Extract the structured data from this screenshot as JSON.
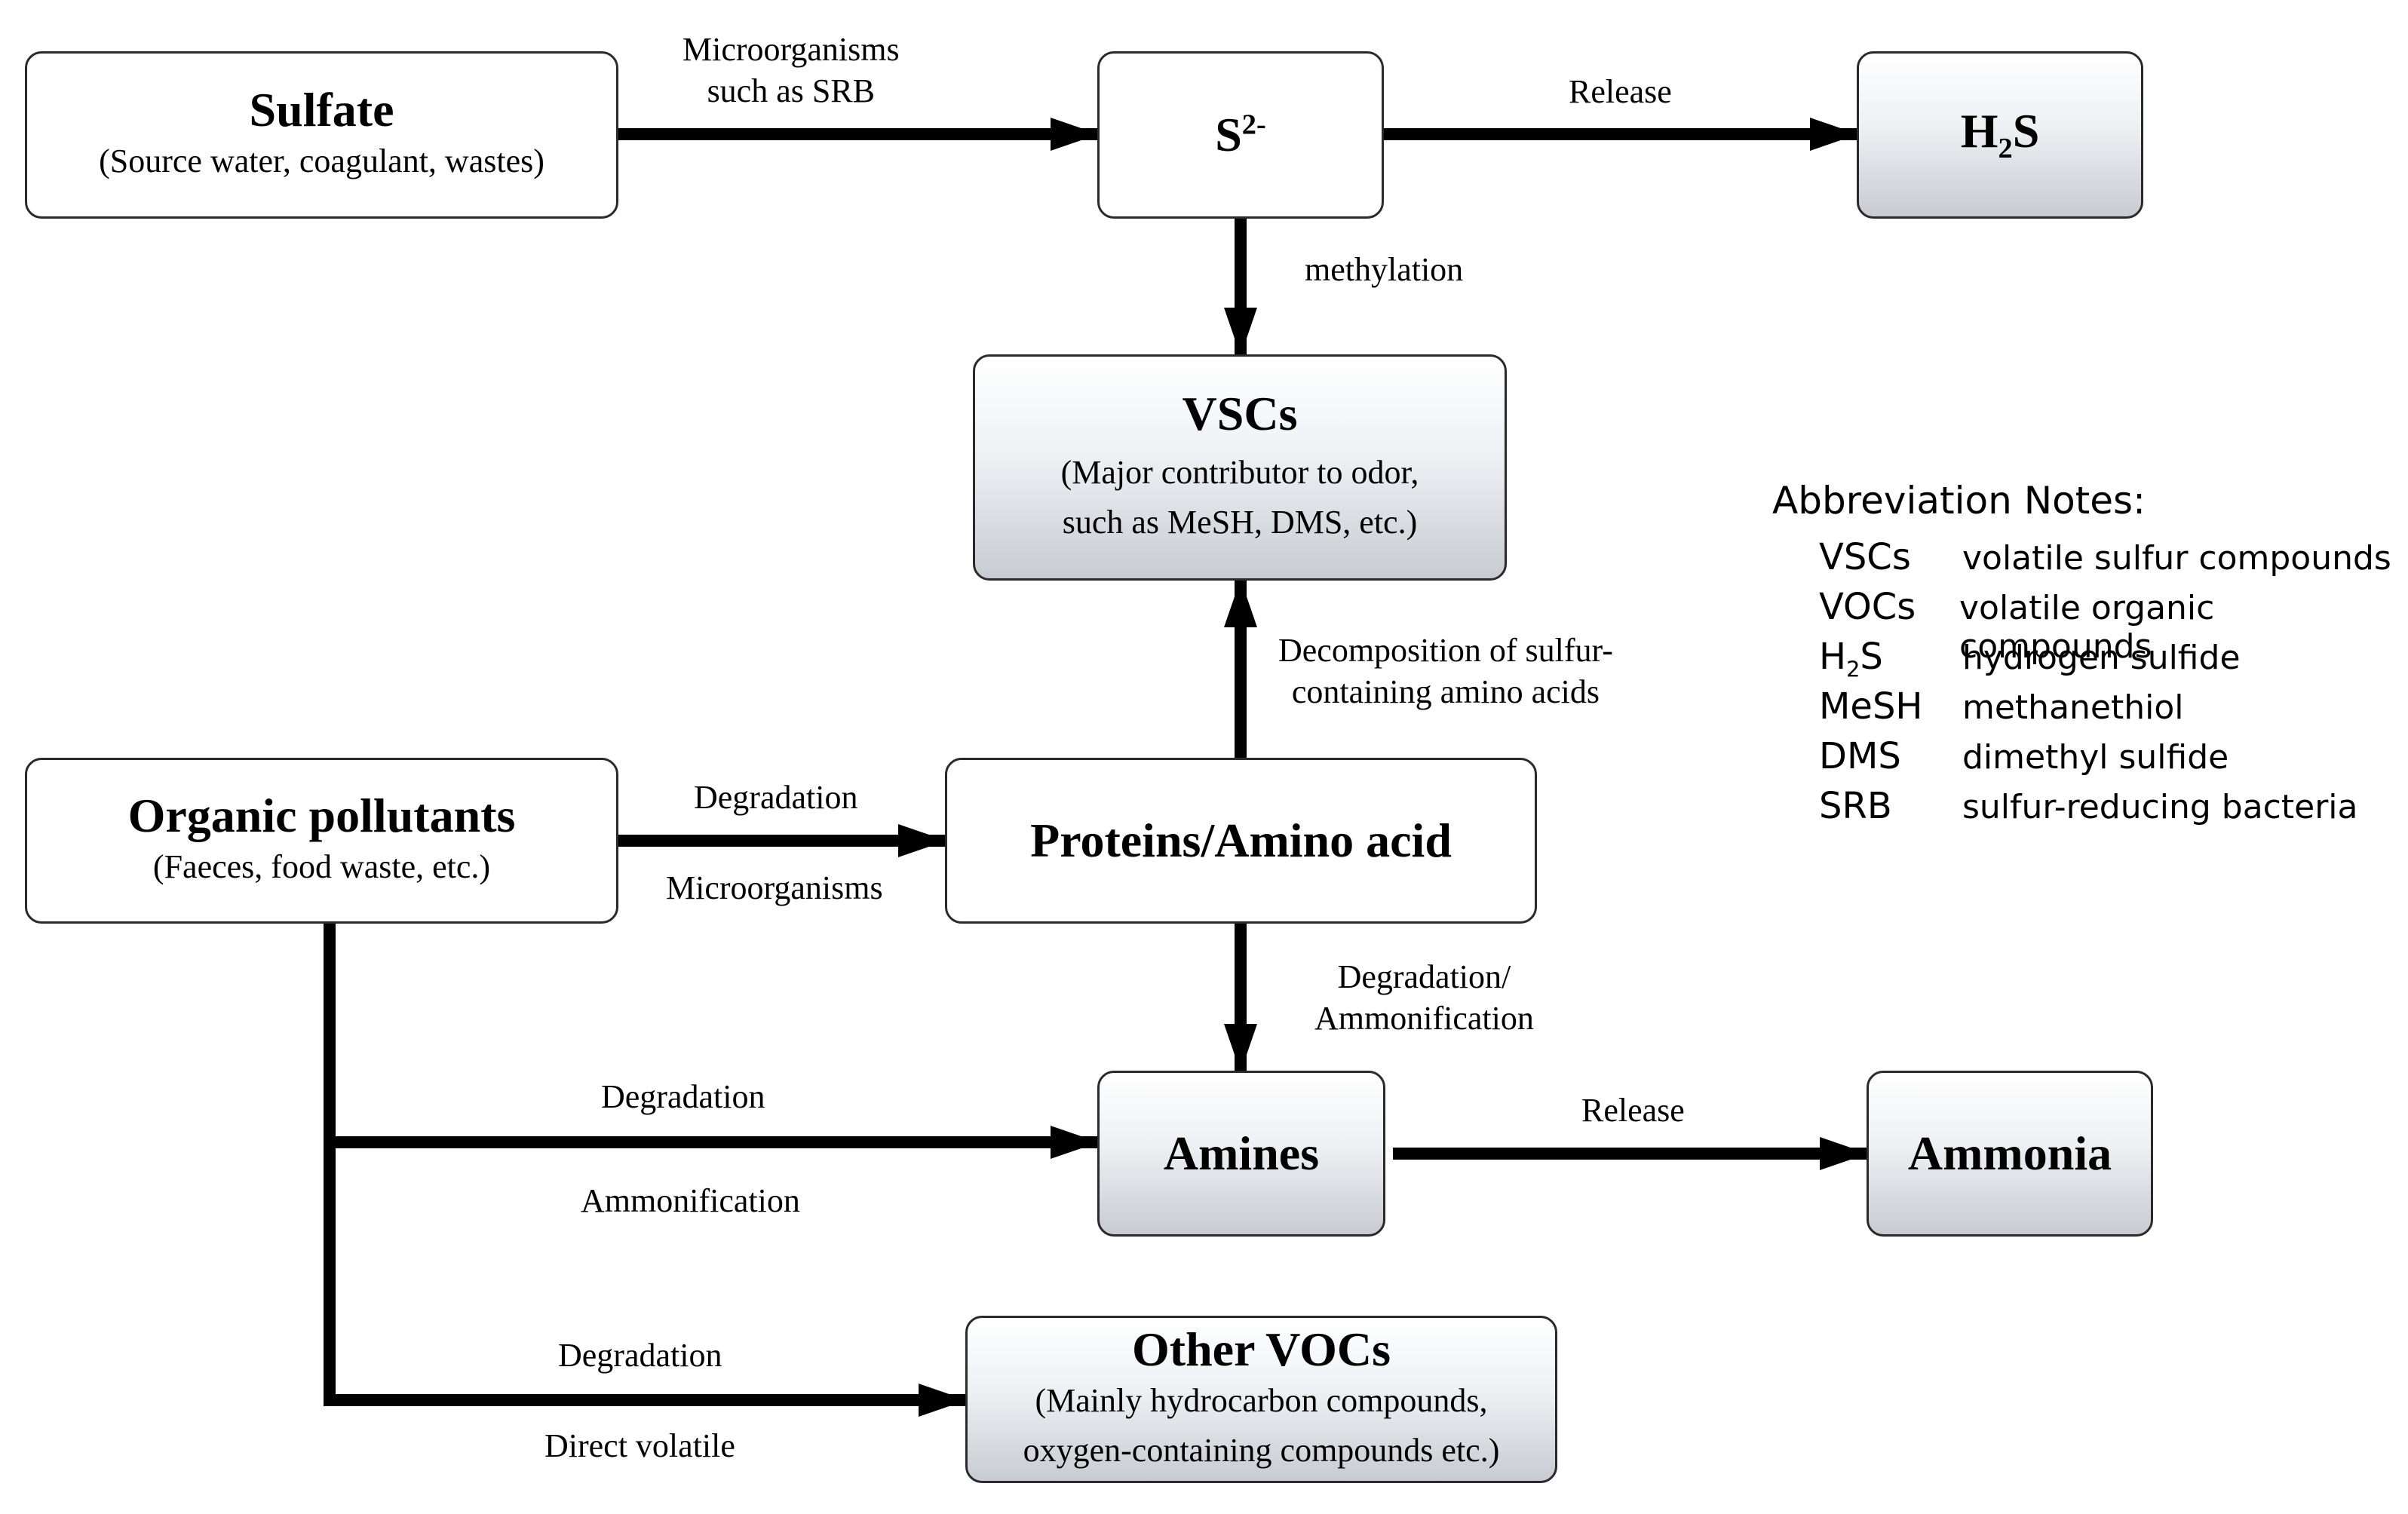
{
  "nodes": {
    "sulfate": {
      "title": "Sulfate",
      "sub": "(Source water, coagulant, wastes)"
    },
    "s2": {
      "title": "S",
      "sup": "2-"
    },
    "h2s": {
      "pre": "H",
      "sub": "2",
      "post": "S"
    },
    "vscs": {
      "title": "VSCs",
      "sub1": "(Major contributor to odor,",
      "sub2": "such as MeSH, DMS, etc.)"
    },
    "organic": {
      "title": "Organic pollutants",
      "sub": "(Faeces, food waste, etc.)"
    },
    "proteins": {
      "title": "Proteins/Amino acid"
    },
    "amines": {
      "title": "Amines"
    },
    "ammonia": {
      "title": "Ammonia"
    },
    "other_vocs": {
      "title": "Other VOCs",
      "sub1": "(Mainly hydrocarbon compounds,",
      "sub2": "oxygen-containing compounds etc.)"
    }
  },
  "edges": {
    "sulfate_s2": {
      "line1": "Microorganisms",
      "line2": "such as SRB"
    },
    "s2_h2s": "Release",
    "s2_vscs": "methylation",
    "proteins_vscs": {
      "line1": "Decomposition of sulfur-",
      "line2": "containing amino acids"
    },
    "organic_proteins": {
      "above": "Degradation",
      "below": "Microorganisms"
    },
    "proteins_amines": {
      "line1": "Degradation/",
      "line2": "Ammonification"
    },
    "organic_amines": {
      "above": "Degradation",
      "below": "Ammonification"
    },
    "amines_ammonia": "Release",
    "organic_vocs": {
      "above": "Degradation",
      "below": "Direct volatile"
    }
  },
  "notes": {
    "title": "Abbreviation Notes:",
    "items": [
      {
        "abbr": "VSCs",
        "def": "volatile sulfur compounds"
      },
      {
        "abbr": "VOCs",
        "def": "volatile organic compounds"
      },
      {
        "abbr_pre": "H",
        "abbr_sub": "2",
        "abbr_post": "S",
        "def": "hydrogen sulfide"
      },
      {
        "abbr": "MeSH",
        "def": "methanethiol"
      },
      {
        "abbr": "DMS",
        "def": "dimethyl sulfide"
      },
      {
        "abbr": "SRB",
        "def": "sulfur-reducing bacteria"
      }
    ]
  }
}
